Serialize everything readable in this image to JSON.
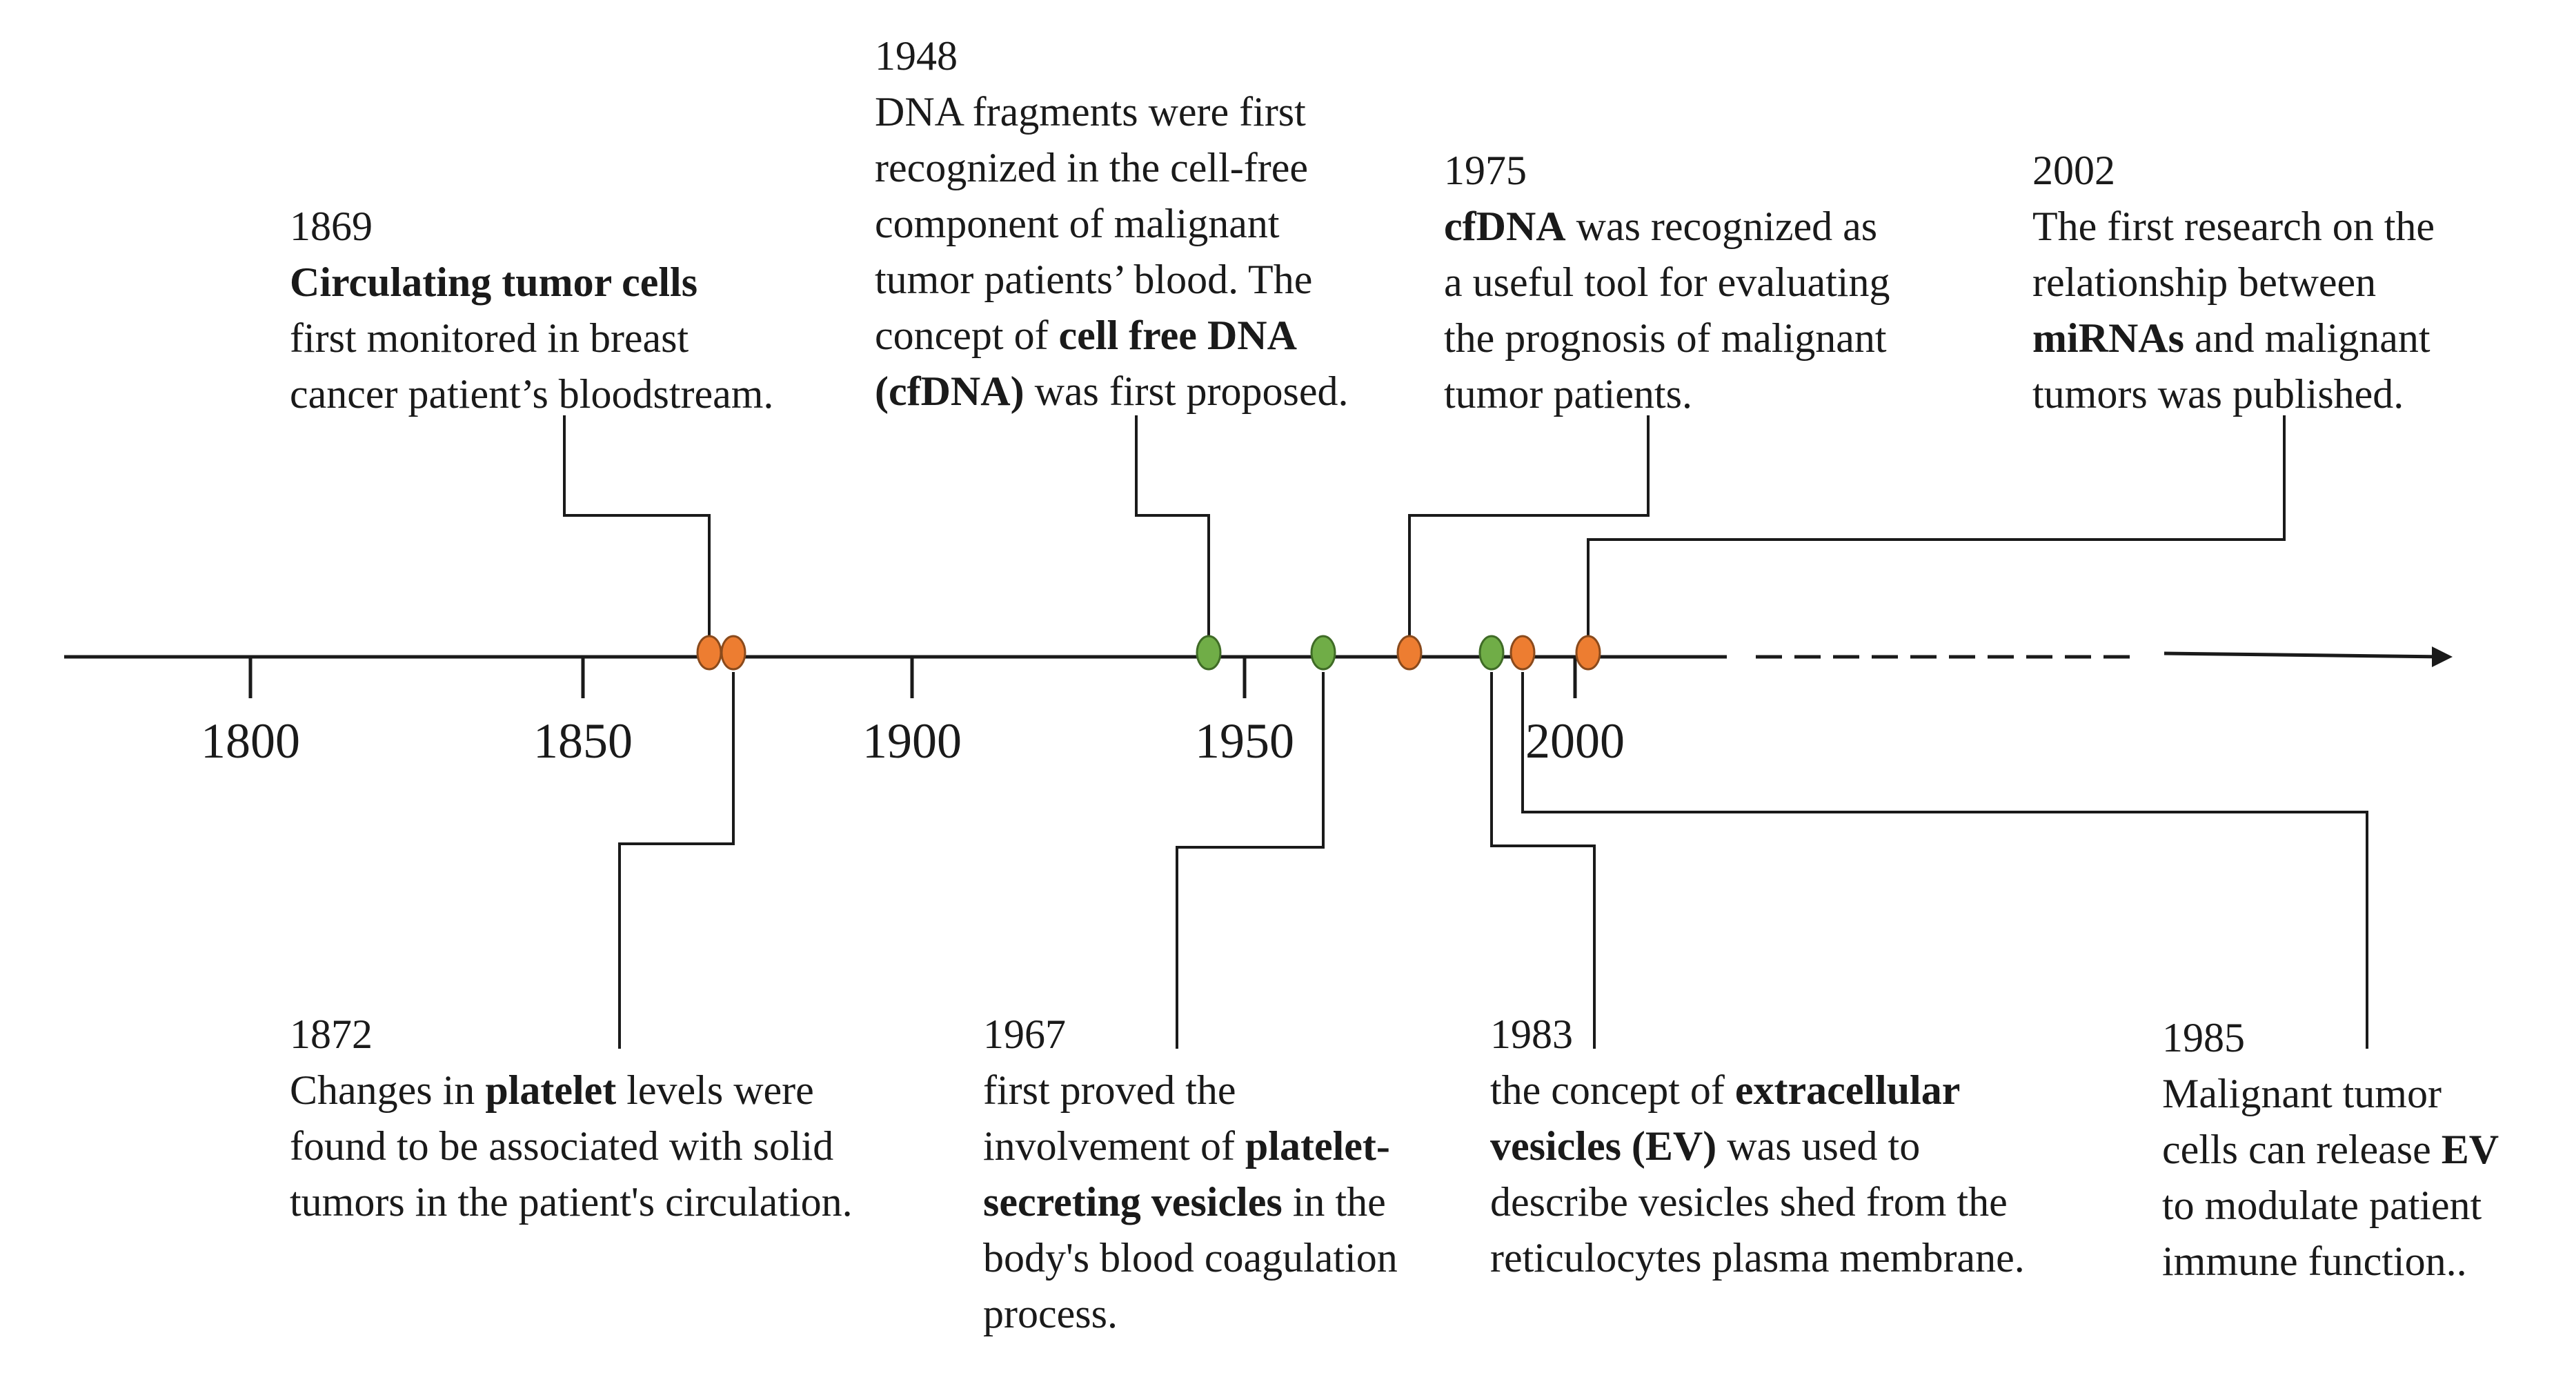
{
  "axis": {
    "ticks": [
      "1800",
      "1850",
      "1900",
      "1950",
      "2000"
    ]
  },
  "colors": {
    "orange_marker": "#ED7D31",
    "green_marker": "#70AD47",
    "line": "#1a1a1a"
  },
  "events": {
    "e1869": {
      "year": "1869",
      "marker": "orange",
      "lines": [
        [
          {
            "b": "Circulating tumor cells"
          }
        ],
        [
          {
            "t": "first monitored in breast"
          }
        ],
        [
          {
            "t": "cancer patient’s bloodstream."
          }
        ]
      ]
    },
    "e1948": {
      "year": "1948",
      "marker": "green",
      "lines": [
        [
          {
            "t": "DNA fragments were first"
          }
        ],
        [
          {
            "t": "recognized in the cell-free"
          }
        ],
        [
          {
            "t": "component of malignant"
          }
        ],
        [
          {
            "t": "tumor patients’  blood. The"
          }
        ],
        [
          {
            "t": "concept of "
          },
          {
            "b": "cell free DNA"
          }
        ],
        [
          {
            "b": "(cfDNA)"
          },
          {
            "t": " was first proposed."
          }
        ]
      ]
    },
    "e1975": {
      "year": "1975",
      "marker": "orange",
      "lines": [
        [
          {
            "b": "cfDNA"
          },
          {
            "t": " was recognized as"
          }
        ],
        [
          {
            "t": "a useful tool for evaluating"
          }
        ],
        [
          {
            "t": "the prognosis of malignant"
          }
        ],
        [
          {
            "t": "tumor patients."
          }
        ]
      ]
    },
    "e2002": {
      "year": "2002",
      "marker": "orange",
      "lines": [
        [
          {
            "t": "The first research on the"
          }
        ],
        [
          {
            "t": "relationship between"
          }
        ],
        [
          {
            "b": "miRNAs"
          },
          {
            "t": " and malignant"
          }
        ],
        [
          {
            "t": "tumors was published."
          }
        ]
      ]
    },
    "e1872": {
      "year": "1872",
      "marker": "orange",
      "lines": [
        [
          {
            "t": "Changes in "
          },
          {
            "b": "platelet"
          },
          {
            "t": " levels were"
          }
        ],
        [
          {
            "t": "found to be associated with solid"
          }
        ],
        [
          {
            "t": "tumors in the patient's circulation."
          }
        ]
      ]
    },
    "e1967": {
      "year": "1967",
      "marker": "green",
      "lines": [
        [
          {
            "t": "first proved the"
          }
        ],
        [
          {
            "t": "involvement of "
          },
          {
            "b": "platelet-"
          }
        ],
        [
          {
            "b": "secreting vesicles"
          },
          {
            "t": " in the"
          }
        ],
        [
          {
            "t": "body's blood coagulation"
          }
        ],
        [
          {
            "t": "process."
          }
        ]
      ]
    },
    "e1983": {
      "year": "1983",
      "marker": "green",
      "lines": [
        [
          {
            "t": "the concept of "
          },
          {
            "b": "extracellular"
          }
        ],
        [
          {
            "b": "vesicles (EV)"
          },
          {
            "t": " was used to"
          }
        ],
        [
          {
            "t": "describe vesicles shed from the"
          }
        ],
        [
          {
            "t": "reticulocytes plasma membrane."
          }
        ]
      ]
    },
    "e1985": {
      "year": "1985",
      "marker": "orange",
      "lines": [
        [
          {
            "t": "Malignant tumor"
          }
        ],
        [
          {
            "t": "cells can release "
          },
          {
            "b": "EV"
          }
        ],
        [
          {
            "t": "to modulate patient"
          }
        ],
        [
          {
            "t": "immune function.."
          }
        ]
      ]
    }
  }
}
